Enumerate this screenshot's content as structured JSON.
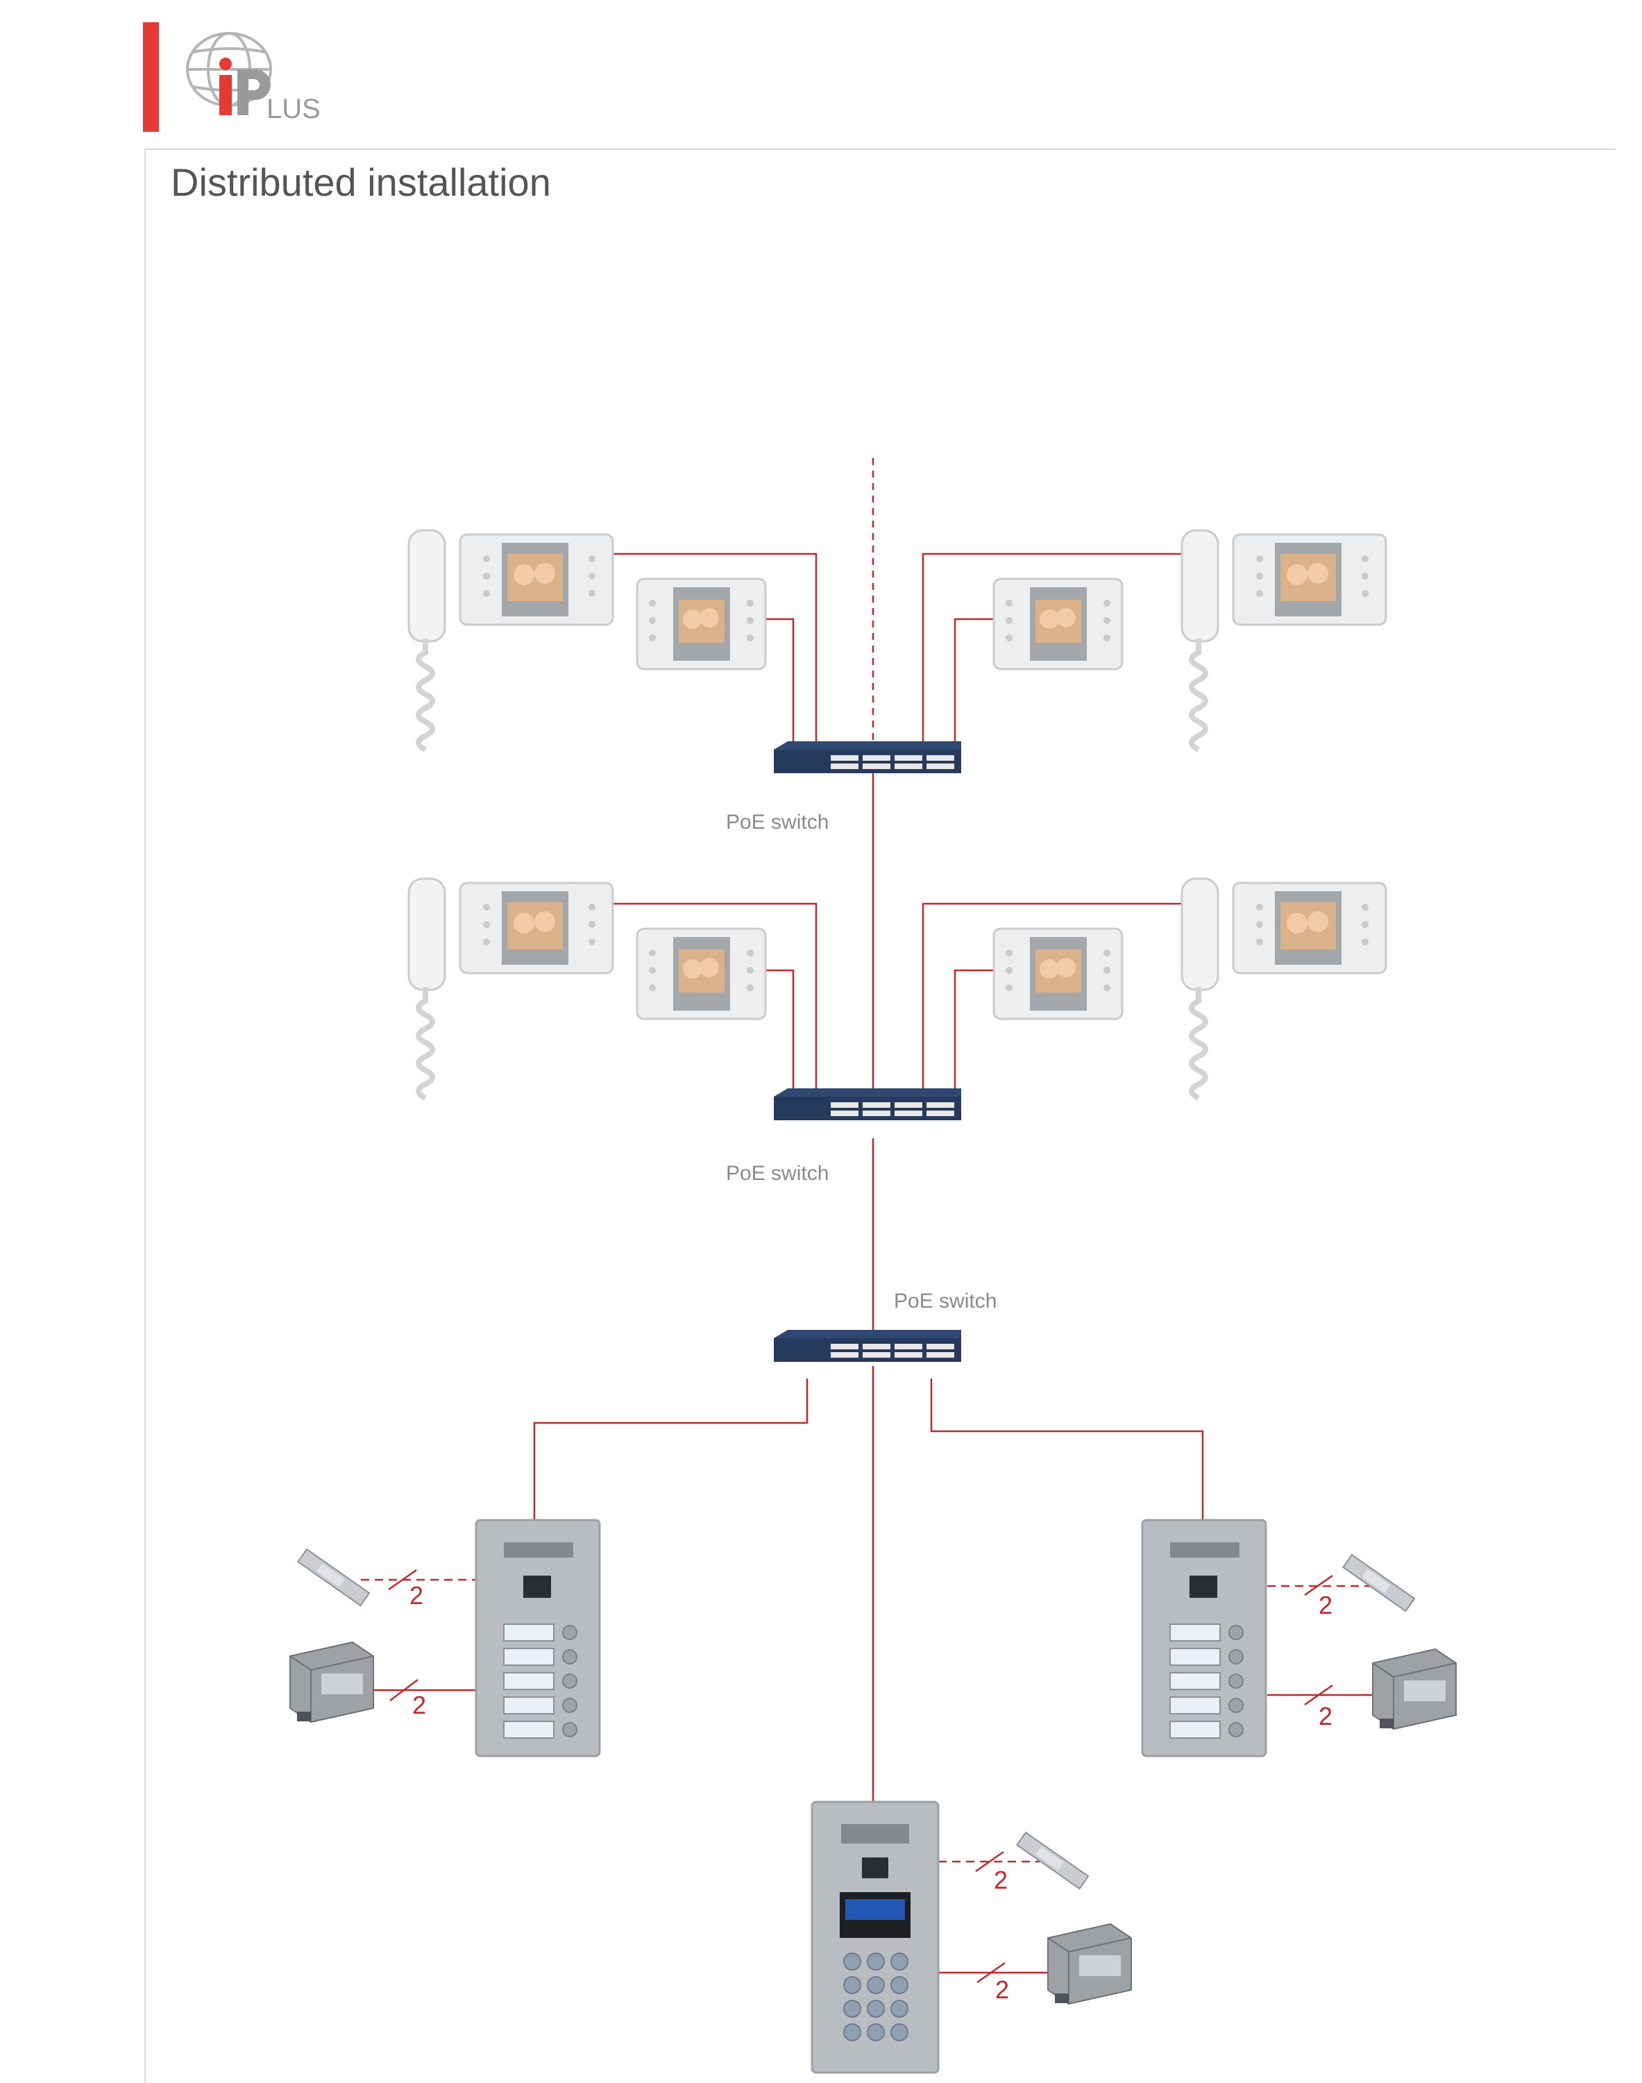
{
  "header": {
    "logo_text": "iPLUS",
    "title": "Distributed installation"
  },
  "labels": {
    "switch_1": "PoE switch",
    "switch_2": "PoE switch",
    "switch_3": "PoE switch"
  },
  "wire_counts": [
    "2",
    "2",
    "2",
    "2",
    "2",
    "2"
  ],
  "colors": {
    "accent": "#e63a36",
    "wire": "#c0292e",
    "switch_blue": "#2f4872",
    "panel_steel": "#b9bcc0"
  }
}
